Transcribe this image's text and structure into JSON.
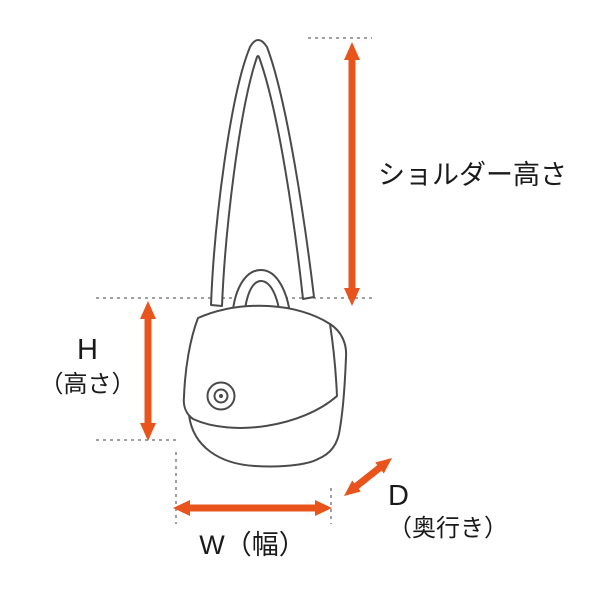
{
  "page": {
    "background": "#ffffff"
  },
  "diagram": {
    "type": "product-dimension-diagram",
    "subject": "shoulder-bag-line-art",
    "colors": {
      "arrow": "#e8541c",
      "line_art": "#4a4a4a",
      "guide_dots": "#9fa0a0",
      "text": "#1a1a1a",
      "background": "#ffffff"
    },
    "labels": {
      "shoulder_height": "ショルダー高さ",
      "height_abbr": "H",
      "height_name": "（高さ）",
      "width": "W（幅）",
      "depth_abbr": "D",
      "depth_name": "（奥行き）"
    }
  }
}
